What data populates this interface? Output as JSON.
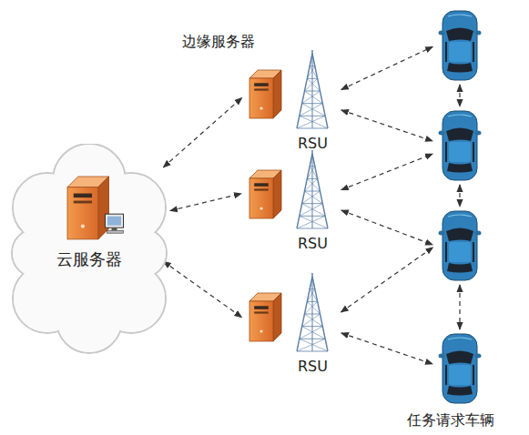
{
  "diagram": {
    "nodes": [
      {
        "text": [
          "云服务器"
        ]
      },
      {
        "text": [
          "RSU"
        ]
      },
      {
        "text": [
          "RSU"
        ]
      },
      {
        "text": [
          "RSU"
        ]
      },
      {
        "text": []
      },
      {
        "text": []
      },
      {
        "text": []
      },
      {
        "text": []
      }
    ],
    "edges": [
      {
        "from": 0,
        "to": 1,
        "arrow": "both"
      },
      {
        "from": 0,
        "to": 2,
        "arrow": "both"
      },
      {
        "from": 0,
        "to": 3,
        "arrow": "both"
      },
      {
        "from": 1,
        "to": 4,
        "arrow": "both"
      },
      {
        "from": 1,
        "to": 5,
        "arrow": "both"
      },
      {
        "from": 2,
        "to": 5,
        "arrow": "both"
      },
      {
        "from": 2,
        "to": 6,
        "arrow": "both"
      },
      {
        "from": 3,
        "to": 6,
        "arrow": "both"
      },
      {
        "from": 3,
        "to": 7,
        "arrow": "both"
      },
      {
        "from": 4,
        "to": 5,
        "arrow": "both"
      },
      {
        "from": 5,
        "to": 6,
        "arrow": "both"
      },
      {
        "from": 6,
        "to": 7,
        "arrow": "both"
      }
    ],
    "labels": [
      "边缘服务器",
      "任务请求车辆"
    ]
  }
}
